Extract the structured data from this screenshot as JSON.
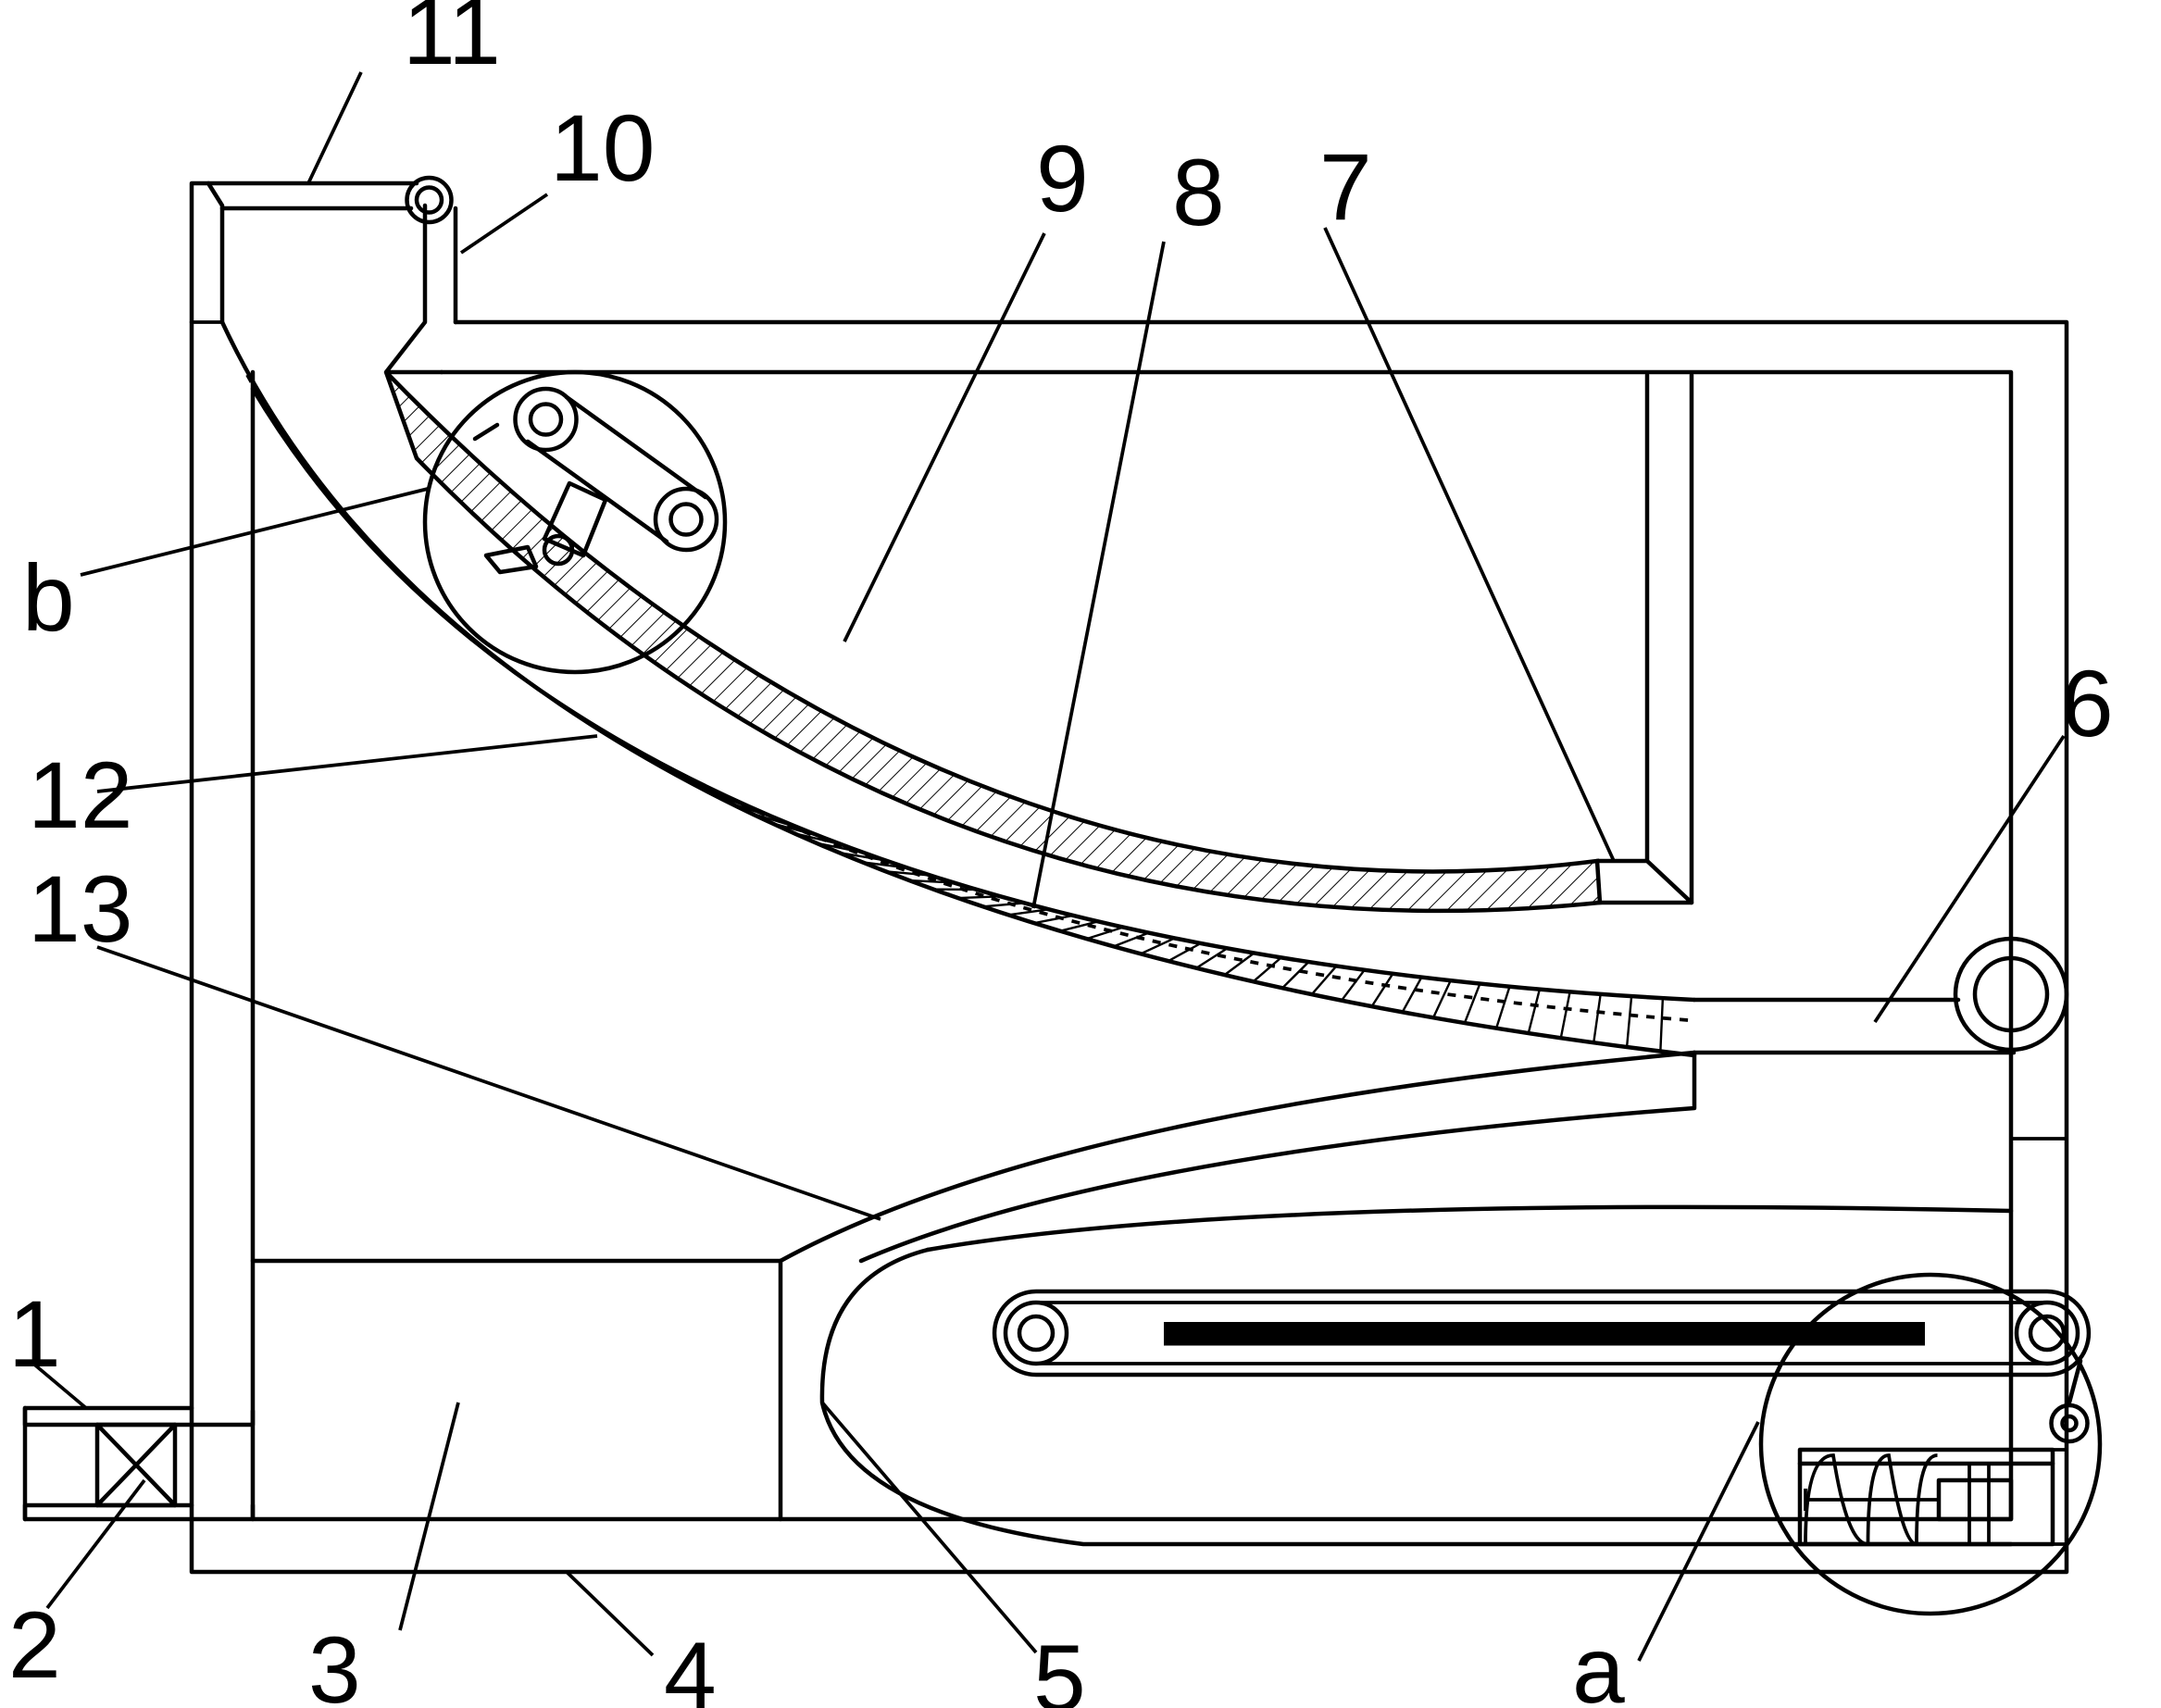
{
  "labels": {
    "l1": "1",
    "l2": "2",
    "l3": "3",
    "l4": "4",
    "l5": "5",
    "l6": "6",
    "l7": "7",
    "l8": "8",
    "l9": "9",
    "l10": "10",
    "l11": "11",
    "l12": "12",
    "l13": "13",
    "la": "a",
    "lb": "b"
  }
}
